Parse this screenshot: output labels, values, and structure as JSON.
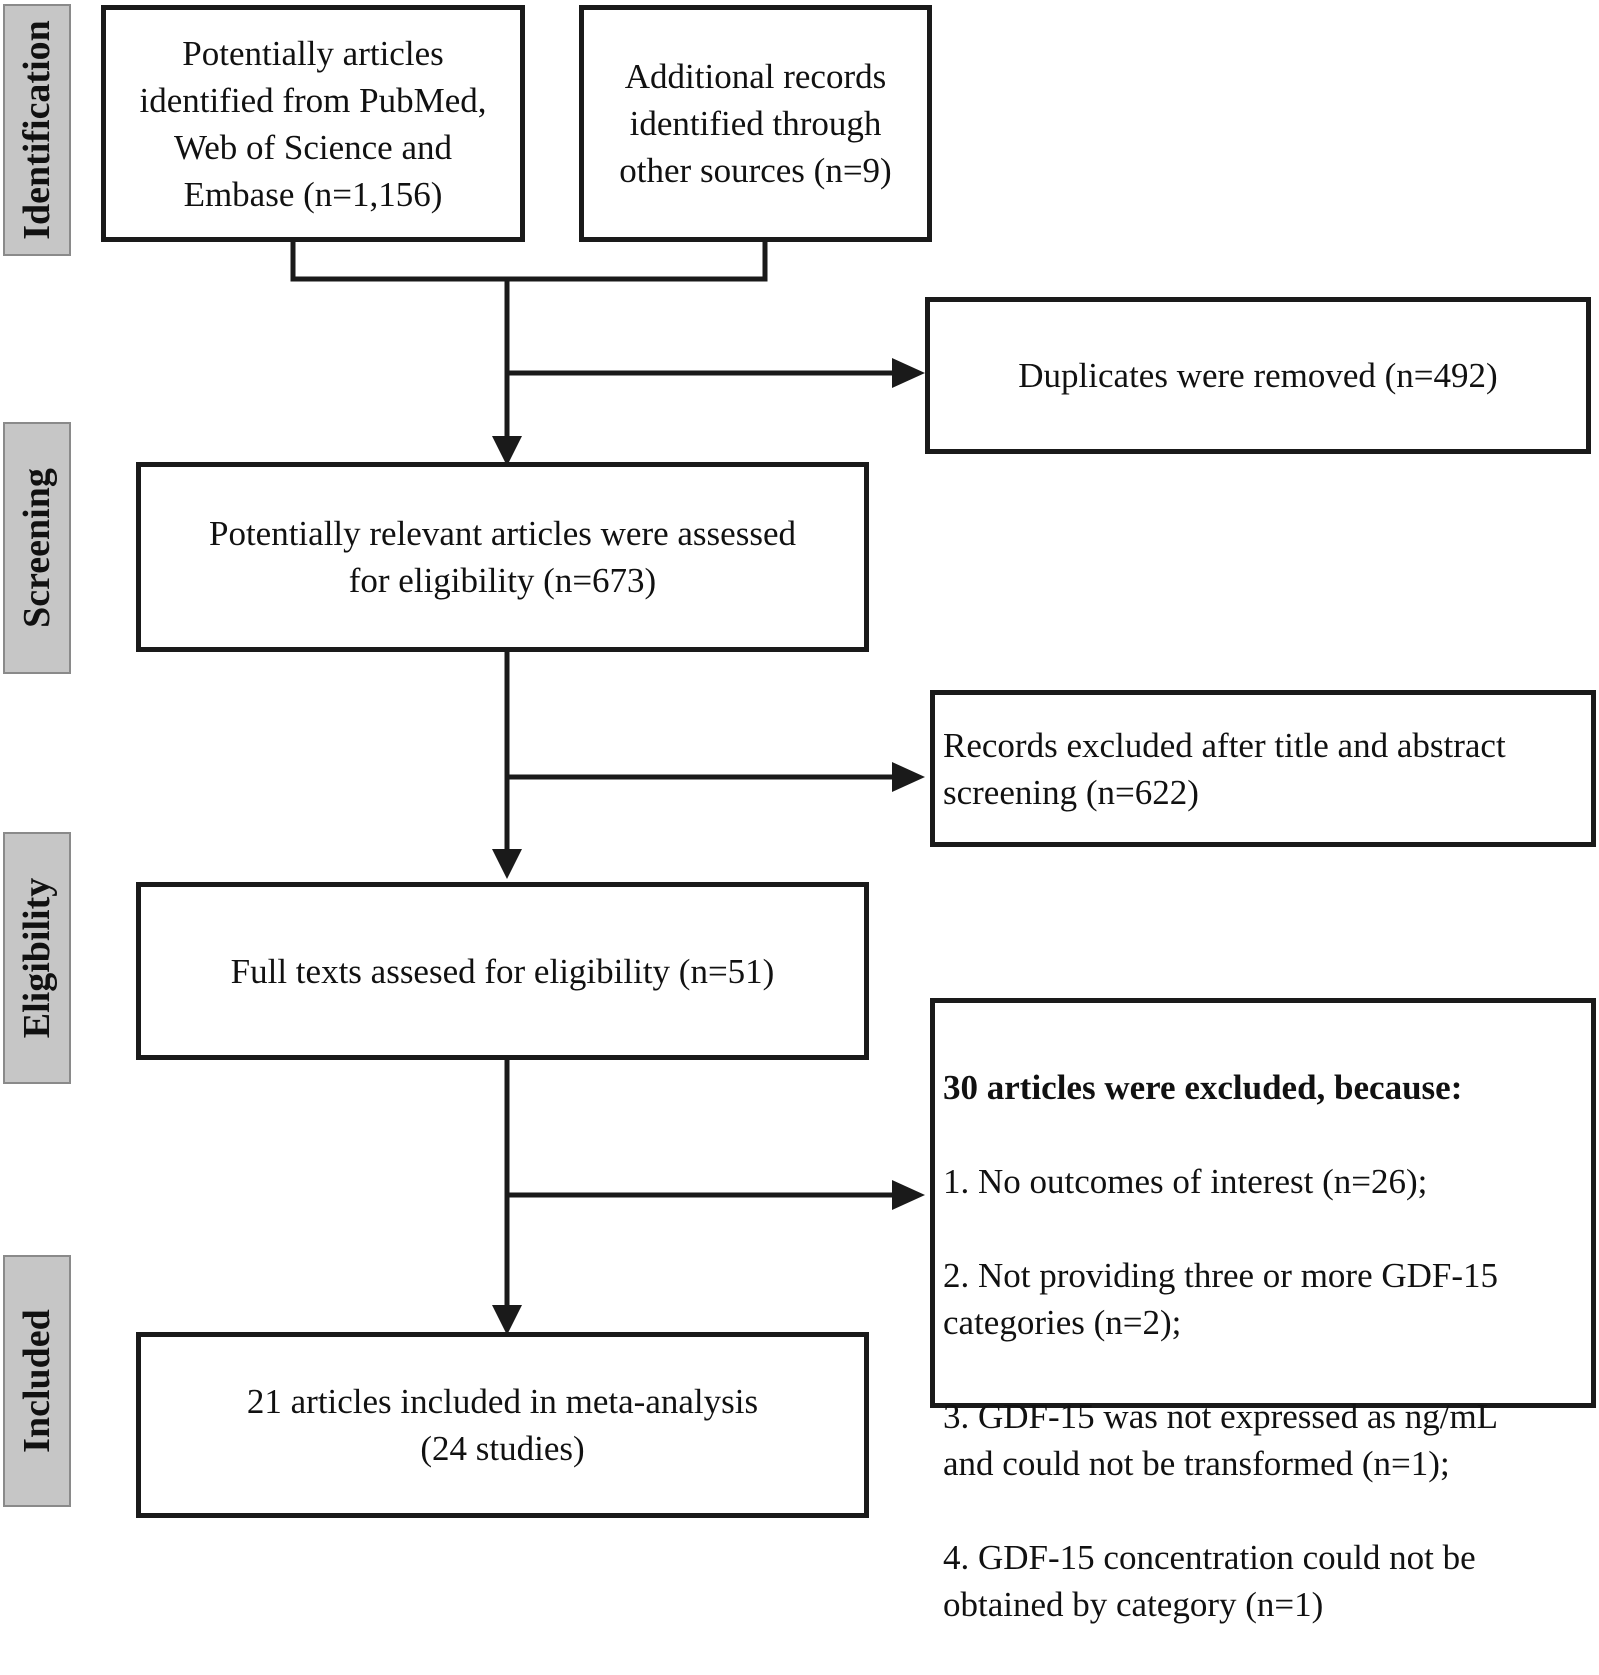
{
  "stages": [
    {
      "id": "identification",
      "label": "Identification"
    },
    {
      "id": "screening",
      "label": "Screening"
    },
    {
      "id": "eligibility",
      "label": "Eligibility"
    },
    {
      "id": "included",
      "label": "Included"
    }
  ],
  "boxes": {
    "pubmed": "Potentially articles\nidentified from PubMed,\nWeb of Science and\nEmbase (n=1,156)",
    "other_sources": "Additional records\nidentified through\nother sources  (n=9)",
    "duplicates": "Duplicates were removed (n=492)",
    "assessed": "Potentially relevant articles were assessed\nfor eligibility (n=673)",
    "title_abstract_excluded": "Records excluded after title and abstract\nscreening (n=622)",
    "full_texts": "Full texts assesed for eligibility (n=51)",
    "included": "21 articles included in meta-analysis\n(24 studies)"
  },
  "exclusions": {
    "heading": "30 articles were excluded, because:",
    "items": [
      "1. No outcomes of interest (n=26);",
      "2. Not providing three or more GDF-15\ncategories (n=2);",
      "3. GDF-15 was not expressed as ng/mL\nand could not be transformed (n=1);",
      "4. GDF-15 concentration could not be\nobtained by category (n=1)"
    ]
  },
  "colors": {
    "stage_fill": "#c6c6c6",
    "line": "#1a1a1a"
  }
}
